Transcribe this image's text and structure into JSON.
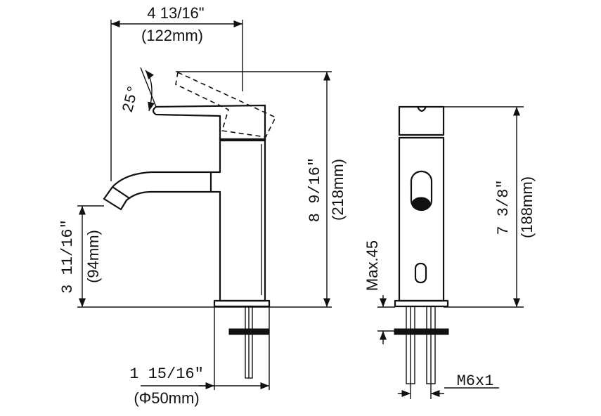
{
  "dimensions": {
    "overall_width_in": "4 13/16\"",
    "overall_width_mm": "(122mm)",
    "handle_angle": "25°",
    "total_height_in": "8 9/16\"",
    "total_height_mm": "(218mm)",
    "spout_height_in": "3 11/16\"",
    "spout_height_mm": "(94mm)",
    "base_diameter_in": "1 15/16\"",
    "base_diameter_mm": "(Φ50mm)",
    "body_height_in": "7 3/8\"",
    "body_height_mm": "(188mm)",
    "max_deck": "Max.45",
    "thread": "M6x1"
  }
}
